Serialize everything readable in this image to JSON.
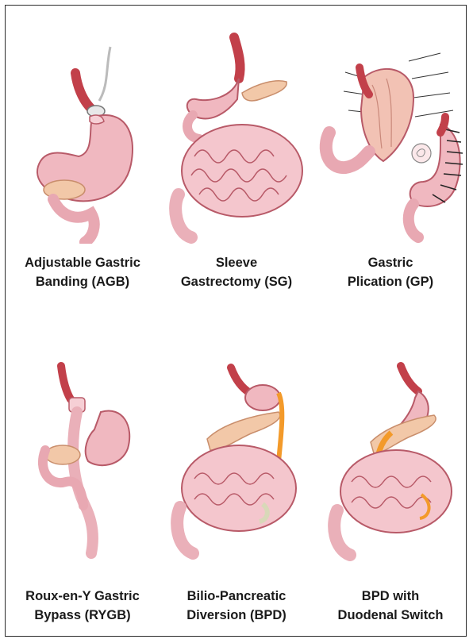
{
  "figure": {
    "panels": [
      {
        "id": "agb",
        "line1": "Adjustable Gastric",
        "line2": "Banding (AGB)"
      },
      {
        "id": "sg",
        "line1": "Sleeve",
        "line2": "Gastrectomy (SG)"
      },
      {
        "id": "gp",
        "line1": "Gastric",
        "line2": "Plication (GP)"
      },
      {
        "id": "rygb",
        "line1": "Roux-en-Y Gastric",
        "line2": "Bypass (RYGB)"
      },
      {
        "id": "bpd",
        "line1": "Bilio-Pancreatic",
        "line2": "Diversion (BPD)"
      },
      {
        "id": "ds",
        "line1": "BPD with",
        "line2": "Duodenal Switch"
      }
    ]
  },
  "colors": {
    "stomach": "#f0b8c0",
    "stomach_edge": "#b85a68",
    "esophagus": "#c2404a",
    "pancreas": "#f2c8a8",
    "bile_flow": "#f39a2a",
    "suture": "#222222"
  }
}
